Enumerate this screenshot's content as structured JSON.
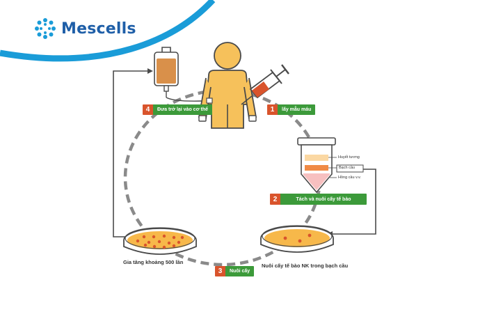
{
  "brand": {
    "name": "Mescells",
    "logo_icon": "cell-cluster-logo-icon",
    "color": "#1f5fa8"
  },
  "steps": [
    {
      "number": "1",
      "label": "lấy mẫu máu"
    },
    {
      "number": "2",
      "label": "Tách và nuôi cấy tế bào"
    },
    {
      "number": "3",
      "label": "Nuôi cấy"
    },
    {
      "number": "4",
      "label": "Đưa trở lại vào cơ thể"
    }
  ],
  "tube": {
    "layers": [
      "Huyết tương",
      "Bạch cầu",
      "Hồng cầu v.v."
    ]
  },
  "captions": {
    "left_dish": "Gia tăng khoảng 500 lần",
    "right_dish": "Nuôi cấy tế bào NK trong bạch cầu"
  },
  "colors": {
    "step_number": "#d9542c",
    "step_label": "#3c9a3a",
    "person": "#f6c15b",
    "outline": "#4a4a4a",
    "dish_medium": "#f7b84a",
    "arc_top": "#1a9cd8",
    "cycle_dash": "#8a8a8a"
  }
}
